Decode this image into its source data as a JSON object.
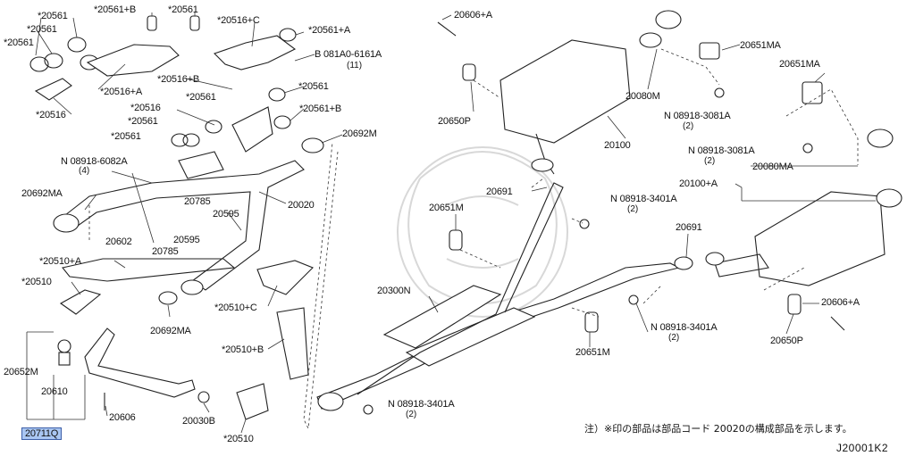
{
  "diagram": {
    "labels": [
      "*20561",
      "*20561+B",
      "*20561",
      "*20516+C",
      "*20561",
      "*20561+A",
      "*20561",
      "B 081A0-6161A",
      "(11)",
      "*20516+A",
      "*20516+B",
      "*20561",
      "*20561",
      "*20516",
      "*20516",
      "*20561+B",
      "*20561",
      "*20561",
      "20692M",
      "N 08918-6082A",
      "(4)",
      "20692MA",
      "20785",
      "20020",
      "20595",
      "20602",
      "20595",
      "20785",
      "*20510+A",
      "*20510",
      "*20510+C",
      "20692MA",
      "*20510+B",
      "20652M",
      "20610",
      "20606",
      "20030B",
      "*20510",
      "20711Q",
      "20606+A",
      "20651MA",
      "20651MA",
      "20080M",
      "N 08918-3081A",
      "(2)",
      "20650P",
      "20100",
      "N 08918-3081A",
      "(2)",
      "20080MA",
      "20100+A",
      "20691",
      "N 08918-3401A",
      "(2)",
      "20651M",
      "20300N",
      "20691",
      "20606+A",
      "20650P",
      "N 08918-3401A",
      "(2)",
      "20651M",
      "N 08918-3401A",
      "(2)"
    ],
    "note": "注）※印の部品は部品コード 20020の構成部品を示します。",
    "code": "J20001K2"
  }
}
